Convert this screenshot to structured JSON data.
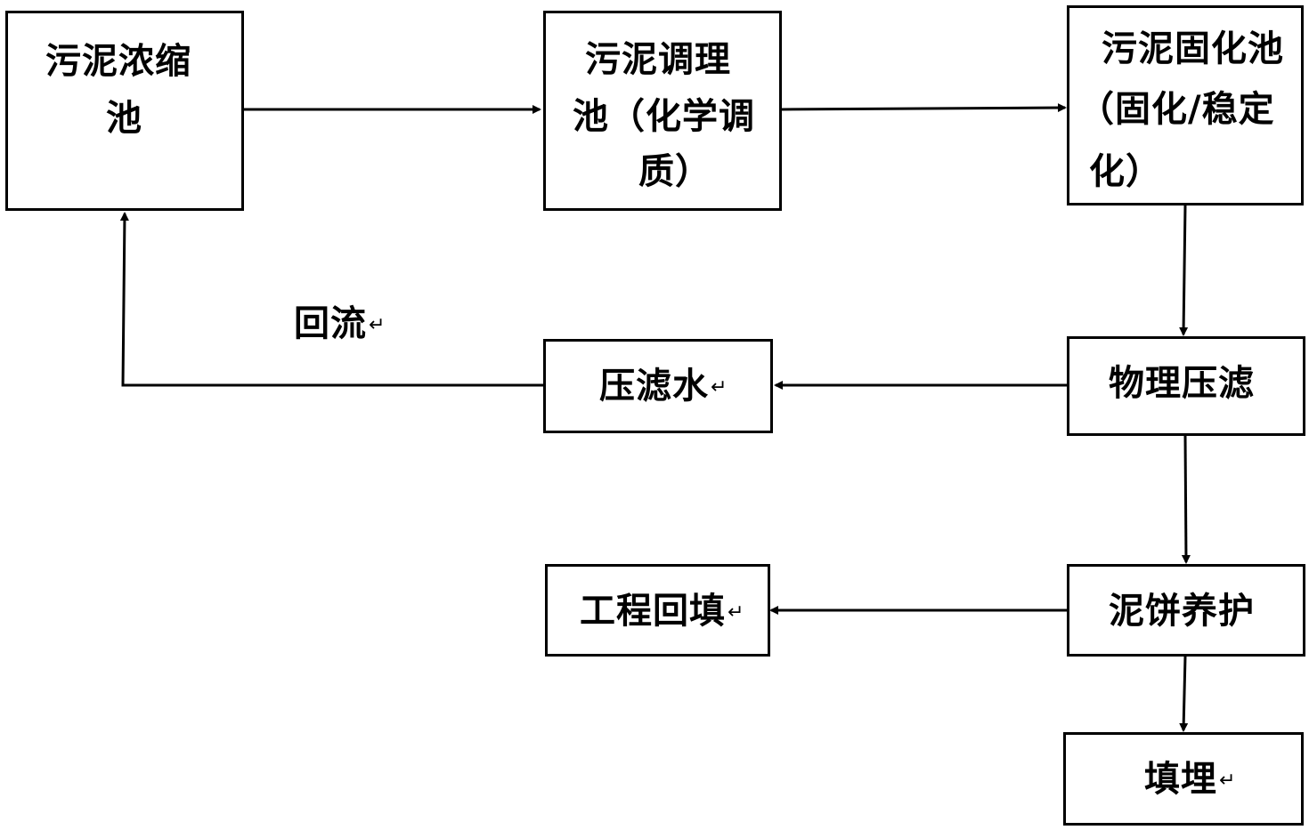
{
  "nodes": {
    "thickening": {
      "line1": "污泥浓缩",
      "line2": "池"
    },
    "conditioning": {
      "line1": "污泥调理",
      "line2": "池（化学调",
      "line3": "质）"
    },
    "solidification": {
      "line1": "污泥固化池",
      "line2": "（固化/稳定",
      "line3": "化）"
    },
    "pressfilter": {
      "label": "物理压滤"
    },
    "filtrate": {
      "label": "压滤水",
      "mark": "↵"
    },
    "curing": {
      "label": "泥饼养护"
    },
    "backfill": {
      "label": "工程回填",
      "mark": "↵"
    },
    "landfill": {
      "label": "填埋",
      "mark": "↵"
    }
  },
  "edges": {
    "reflux": {
      "label": "回流",
      "mark": "↵"
    }
  }
}
